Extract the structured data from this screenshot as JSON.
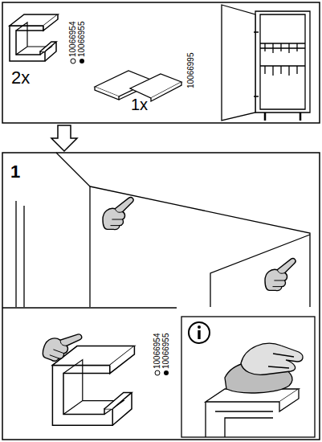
{
  "diagram": {
    "labels": [
      "10066954",
      "10066955",
      "2x",
      "1x",
      "10066995",
      "1",
      "10066954",
      "10066955"
    ]
  }
}
